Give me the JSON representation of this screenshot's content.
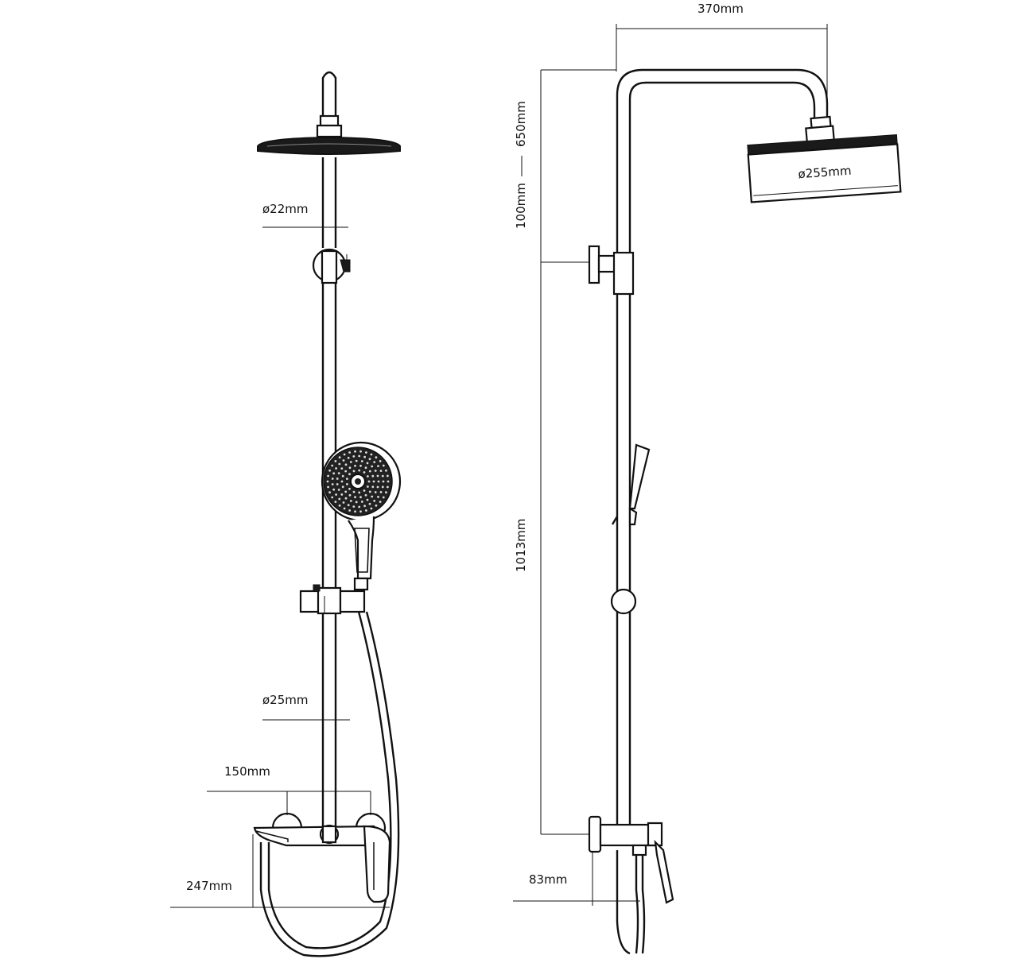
{
  "dimensions": {
    "overall_width": "370mm",
    "head_diameter": "ø255mm",
    "upper_height_a": "650mm",
    "upper_height_b": "100mm",
    "lower_height": "1013mm",
    "wall_offset": "83mm",
    "upper_pipe_diameter": "ø22mm",
    "lower_pipe_diameter": "ø25mm",
    "mixer_centers": "150mm",
    "spout_projection": "247mm"
  }
}
